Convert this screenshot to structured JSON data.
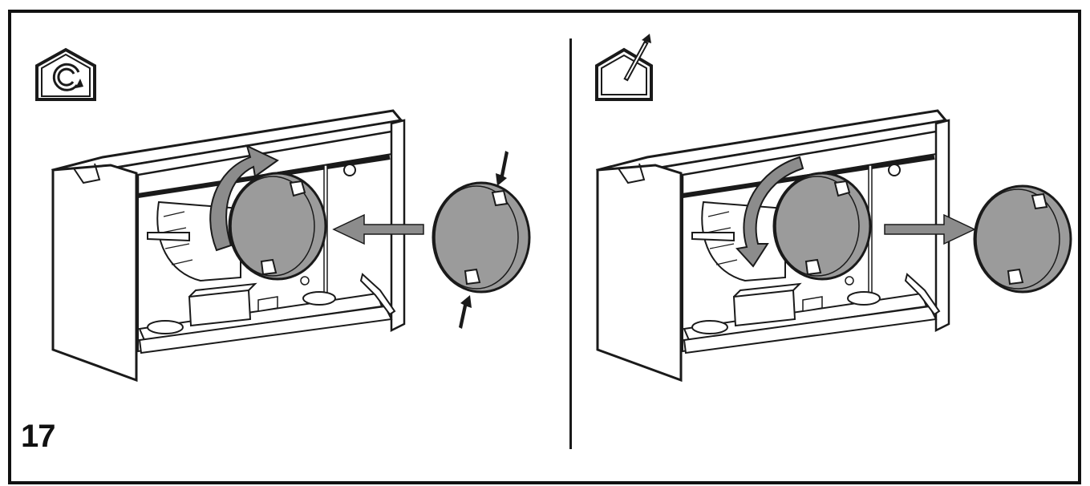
{
  "figure": {
    "number": "17"
  },
  "panels": [
    {
      "id": "recirculation",
      "icon": "house-recirculation-icon",
      "action": "insert-filter",
      "rotation": "clockwise"
    },
    {
      "id": "extraction",
      "icon": "house-extraction-icon",
      "action": "remove-filter",
      "rotation": "counter-clockwise"
    }
  ],
  "colors": {
    "line": "#1a1a1a",
    "filter_fill": "#9b9b9b",
    "arrow_fill": "#8c8c8c",
    "hood_fill": "#ffffff"
  }
}
